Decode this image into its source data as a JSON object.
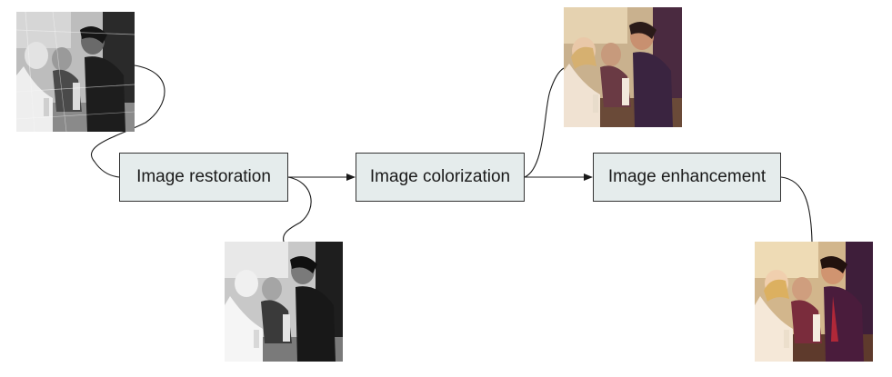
{
  "stages": {
    "restoration": "Image restoration",
    "colorization": "Image colorization",
    "enhancement": "Image enhancement"
  },
  "photos": {
    "input": {
      "style": "grayscale-degraded"
    },
    "restored": {
      "style": "grayscale-clean"
    },
    "colorized": {
      "style": "color"
    },
    "enhanced": {
      "style": "color-enhanced"
    }
  },
  "colors": {
    "box_fill": "#e5ecec",
    "box_border": "#333333",
    "line": "#1a1a1a"
  }
}
